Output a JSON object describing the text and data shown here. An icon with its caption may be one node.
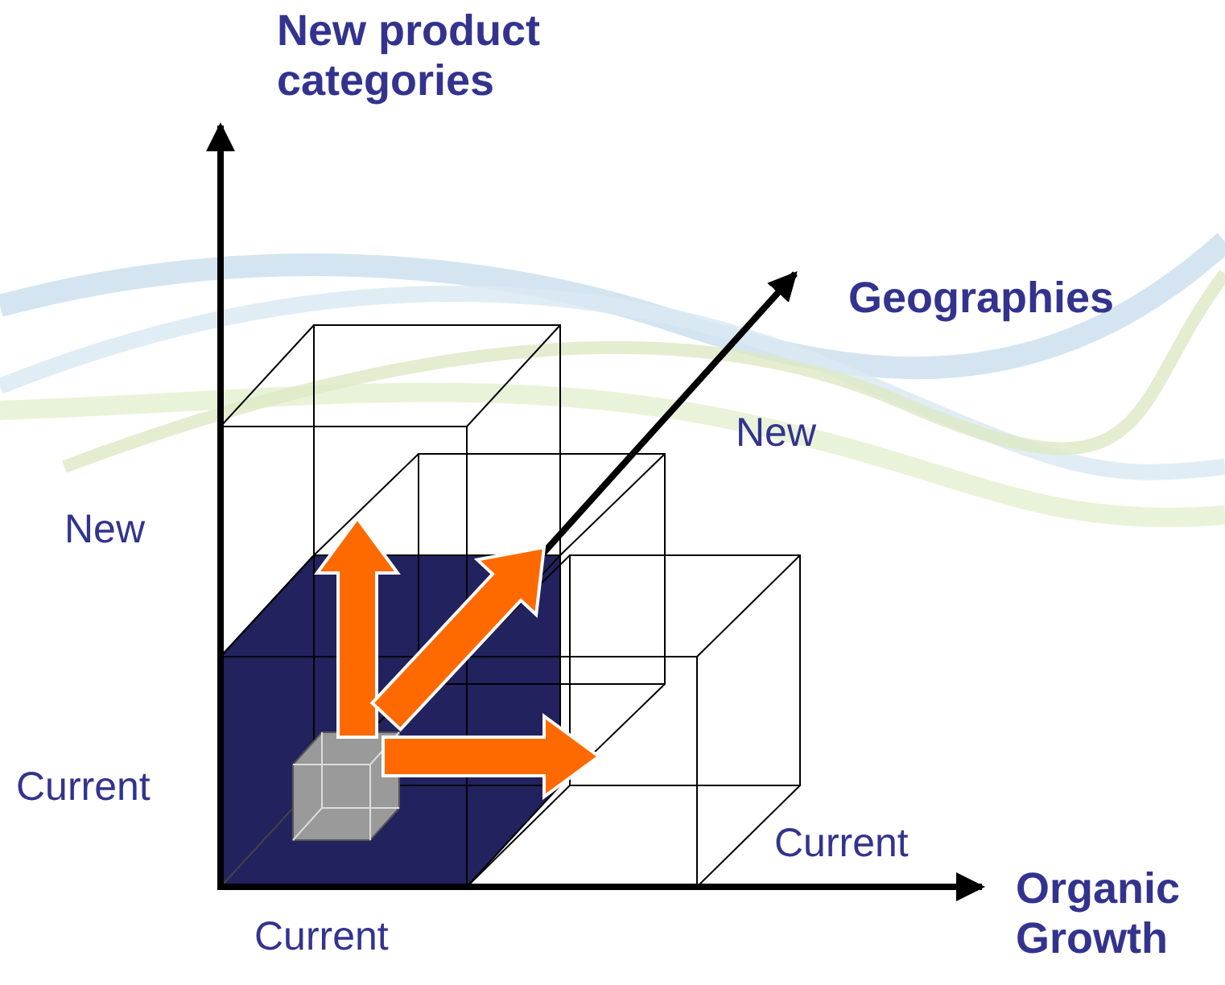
{
  "diagram": {
    "labels": [
      "New product categories",
      "Geographies",
      "New",
      "New",
      "Current",
      "Current",
      "Organic Growth",
      "Current"
    ]
  }
}
